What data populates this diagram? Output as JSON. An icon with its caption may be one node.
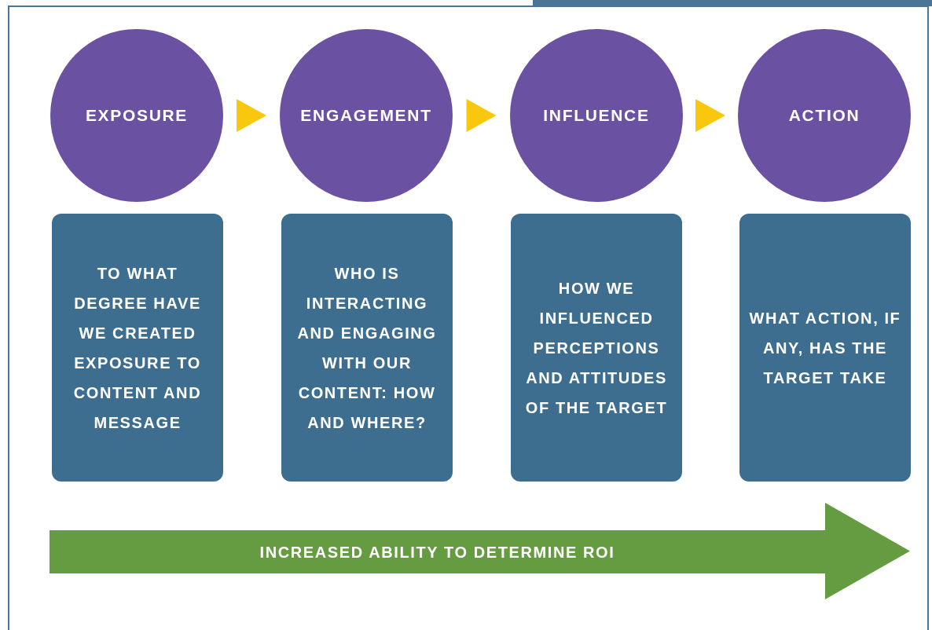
{
  "diagram": {
    "nodes": [
      {
        "text": [
          "EXPOSURE"
        ]
      },
      {
        "text": [
          "ENGAGEMENT"
        ]
      },
      {
        "text": [
          "INFLUENCE"
        ]
      },
      {
        "text": [
          "ACTION"
        ]
      },
      {
        "text": [
          "TO WHAT DEGREE HAVE WE CREATED EXPOSURE TO CONTENT AND MESSAGE"
        ]
      },
      {
        "text": [
          "WHO IS INTERACTING AND ENGAGING WITH OUR CONTENT: HOW AND WHERE?"
        ]
      },
      {
        "text": [
          "HOW WE INFLUENCED PERCEPTIONS AND ATTITUDES OF THE TARGET"
        ]
      },
      {
        "text": [
          "WHAT ACTION, IF ANY, HAS THE TARGET TAKE"
        ]
      },
      {
        "text": [
          "INCREASED ABILITY TO DETERMINE ROI"
        ]
      }
    ],
    "edges": [
      {
        "from": 0,
        "to": 1,
        "arrow": "to"
      },
      {
        "from": 1,
        "to": 2,
        "arrow": "to"
      },
      {
        "from": 2,
        "to": 3,
        "arrow": "to"
      }
    ]
  }
}
